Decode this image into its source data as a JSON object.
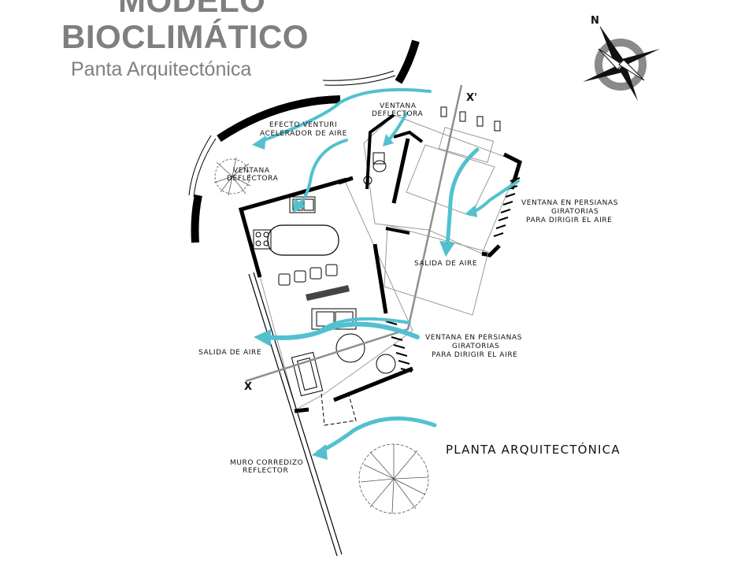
{
  "title": {
    "line1": "MODELO",
    "line2": "BIOCLIMÁTICO",
    "subtitle": "Panta Arquitectónica"
  },
  "compass": {
    "north_label": "N",
    "icon": "north-arrow-compass"
  },
  "axis_labels": {
    "x_prime": "X'",
    "x": "X"
  },
  "labels": {
    "ventana_deflectora_top": [
      "VENTANA",
      "DEFLECTORA"
    ],
    "efecto_venturi": [
      "EFECTO VENTURI",
      "ACELERADOR DE AIRE"
    ],
    "ventana_deflectora_left": [
      "VENTANA",
      "DEFLECTORA"
    ],
    "persianas_right": [
      "VENTANA EN PERSIANAS",
      "GIRATORIAS",
      "PARA DIRIGIR EL AIRE"
    ],
    "salida_aire_center": "SALIDA DE AIRE",
    "persianas_bottom": [
      "VENTANA EN PERSIANAS",
      "GIRATORIAS",
      "PARA DIRIGIR EL AIRE"
    ],
    "salida_aire_left": "SALIDA DE AIRE",
    "muro_corredizo": [
      "MURO CORREDIZO",
      "REFLECTOR"
    ],
    "planta": "PLANTA ARQUITECTÓNICA"
  },
  "colors": {
    "airflow": "#52c0cf",
    "title": "#7f7f7f",
    "walls": "#000000",
    "hatch": "#9a9a9a"
  }
}
